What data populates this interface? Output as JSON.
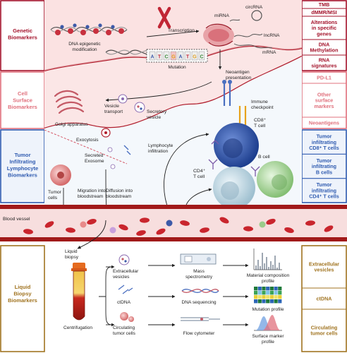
{
  "colors": {
    "genetic": "#a3122a",
    "surface": "#e0707c",
    "til": "#2f5bb0",
    "liquid": "#a0731f",
    "vessel": "#a11a1a",
    "cd8": "#2c4d9c",
    "cd4": "#b9d0dc",
    "bcell": "#9bcc8b"
  },
  "left_categories": {
    "genetic": [
      "Genetic",
      "Biomarkers"
    ],
    "surface": [
      "Cell",
      "Surface",
      "Biomarkers"
    ],
    "til": [
      "Tumor",
      "Infiltrating",
      "Lymphocyte",
      "Biomarkers"
    ],
    "liquid": [
      "Liquid",
      "Biopsy",
      "Biomarkers"
    ]
  },
  "right_tags": {
    "genetic": [
      [
        "TMB"
      ],
      [
        "dMMR/MSI"
      ],
      [
        "Alterations",
        "in specific",
        "genes"
      ],
      [
        "DNA",
        "Methylation"
      ],
      [
        "RNA",
        "signatures"
      ]
    ],
    "surface": [
      [
        "PD-L1"
      ],
      [
        "Other",
        "surface",
        "markers"
      ],
      [
        "Neoantigens"
      ]
    ],
    "til": [
      [
        "Tumor",
        "infiltrating",
        "CD8⁺ T cells"
      ],
      [
        "Tumor",
        "infiltrating",
        "B cells"
      ],
      [
        "Tumor",
        "infiltrating",
        "CD4⁺ T cells"
      ]
    ],
    "liquid": [
      [
        "Extracellular",
        "vesicles"
      ],
      [
        "ctDNA"
      ],
      [
        "Circulating",
        "tumor cells"
      ]
    ]
  },
  "labels": {
    "chromosome_modification": [
      "DNA epigenetic",
      "modification"
    ],
    "transcription": "Transcription",
    "mirna": "miRNA",
    "circrna": "circRNA",
    "lncrna": "lncRNA",
    "mrna": "mRNA",
    "mutation": "Mutation",
    "neoantigen": [
      "Neoantigen",
      "presentation"
    ],
    "immune_checkpoint": [
      "Immune",
      "checkpoint"
    ],
    "vesicle_transport": [
      "Vesicle",
      "transport"
    ],
    "secretory_vesicle": [
      "Secretory",
      "vesicle"
    ],
    "golgi": "Golgi apparatus",
    "exocytosis": "Exocytosis",
    "secreted_exosome": [
      "Secreted",
      "Exosome"
    ],
    "lymphocyte_infiltration": [
      "Lymphocyte",
      "infiltration"
    ],
    "cd8": [
      "CD8⁺",
      "T cell"
    ],
    "bcell": "B cell",
    "cd4": [
      "CD4⁺",
      "T cell"
    ],
    "tumor_cells": [
      "Tumor",
      "cells"
    ],
    "migration": [
      "Migration into",
      "bloodstream"
    ],
    "diffusion": [
      "Diffusion into",
      "bloodstream"
    ],
    "blood_vessel": "Blood vessel",
    "liquid_biopsy": [
      "Liquid",
      "biopsy"
    ],
    "centrifugation": "Centrifugation",
    "ev": [
      "Extracellular",
      "vesicles"
    ],
    "ctdna": "ctDNA",
    "ctc": [
      "Circulating",
      "tumor cells"
    ],
    "mass_spec": [
      "Mass",
      "spectrometry"
    ],
    "dna_seq": "DNA sequencing",
    "flow": "Flow cytometer",
    "material_profile": [
      "Material composition",
      "profile"
    ],
    "mutation_profile": "Mutation profile",
    "surface_profile": [
      "Surface marker",
      "profile"
    ]
  },
  "mutation_letters": [
    "A",
    "T",
    "C",
    "G",
    "A",
    "T",
    "G",
    "C"
  ]
}
